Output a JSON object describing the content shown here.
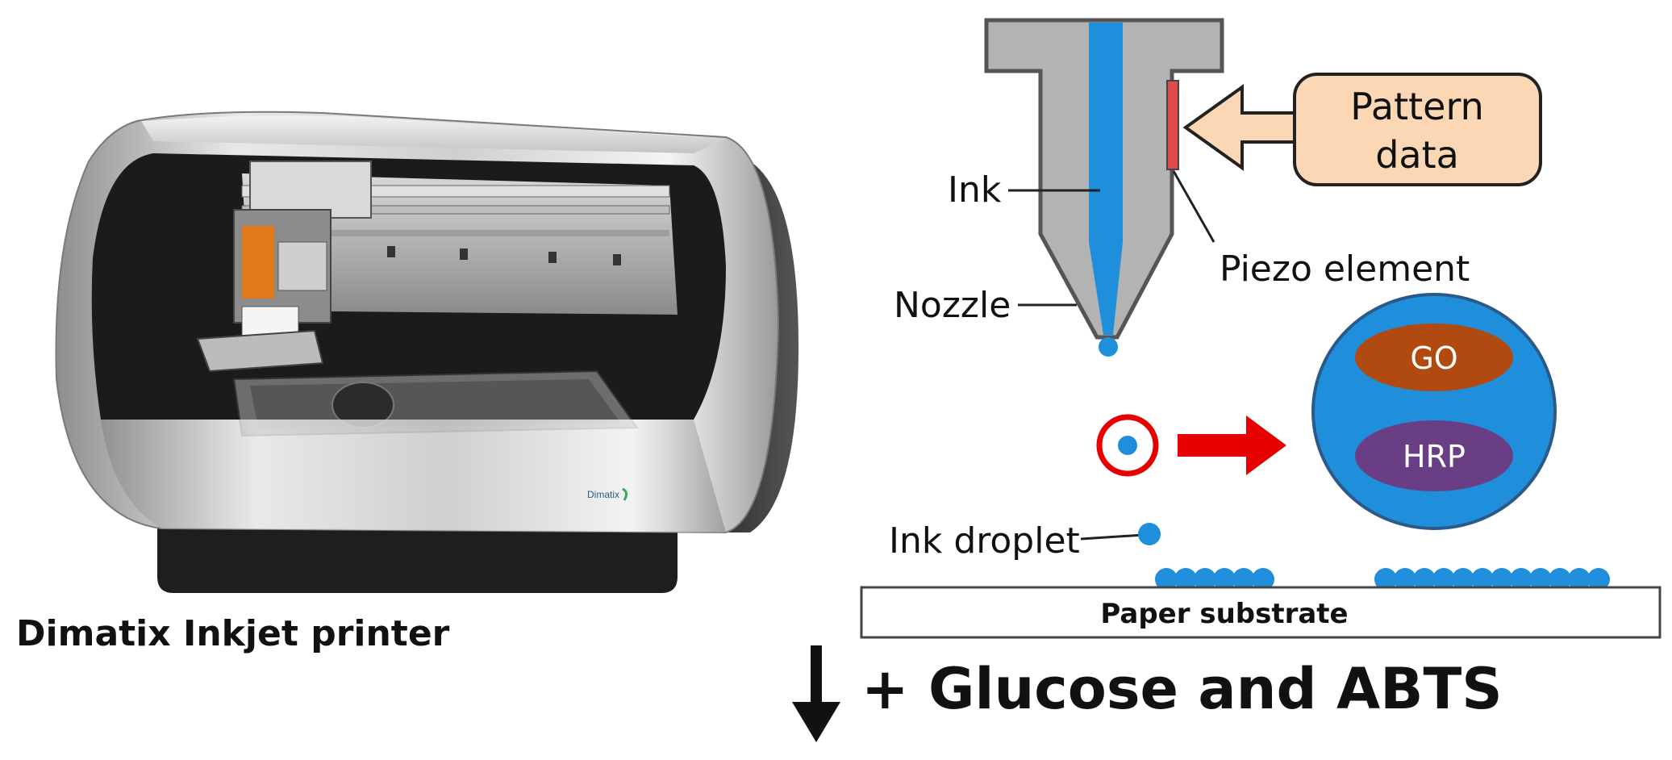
{
  "printer": {
    "caption": "Dimatix Inkjet printer",
    "brand_mark": "Dimatix"
  },
  "diagram": {
    "labels": {
      "ink": "Ink",
      "nozzle": "Nozzle",
      "piezo": "Piezo element",
      "pattern_line1": "Pattern",
      "pattern_line2": "data",
      "go": "GO",
      "hrp": "HRP",
      "ink_droplet": "Ink droplet",
      "substrate": "Paper substrate"
    },
    "colors": {
      "ink_blue": "#1f8fdb",
      "nozzle_gray": "#b3b3b3",
      "piezo_red": "#e04a4a",
      "pattern_fill": "#fbd7b5",
      "arrow_red": "#e60000",
      "go_brown": "#b04a10",
      "hrp_purple": "#6a3e85",
      "circle_blue": "#2a7bc0"
    }
  },
  "footer": {
    "step_text": "+ Glucose and ABTS"
  }
}
